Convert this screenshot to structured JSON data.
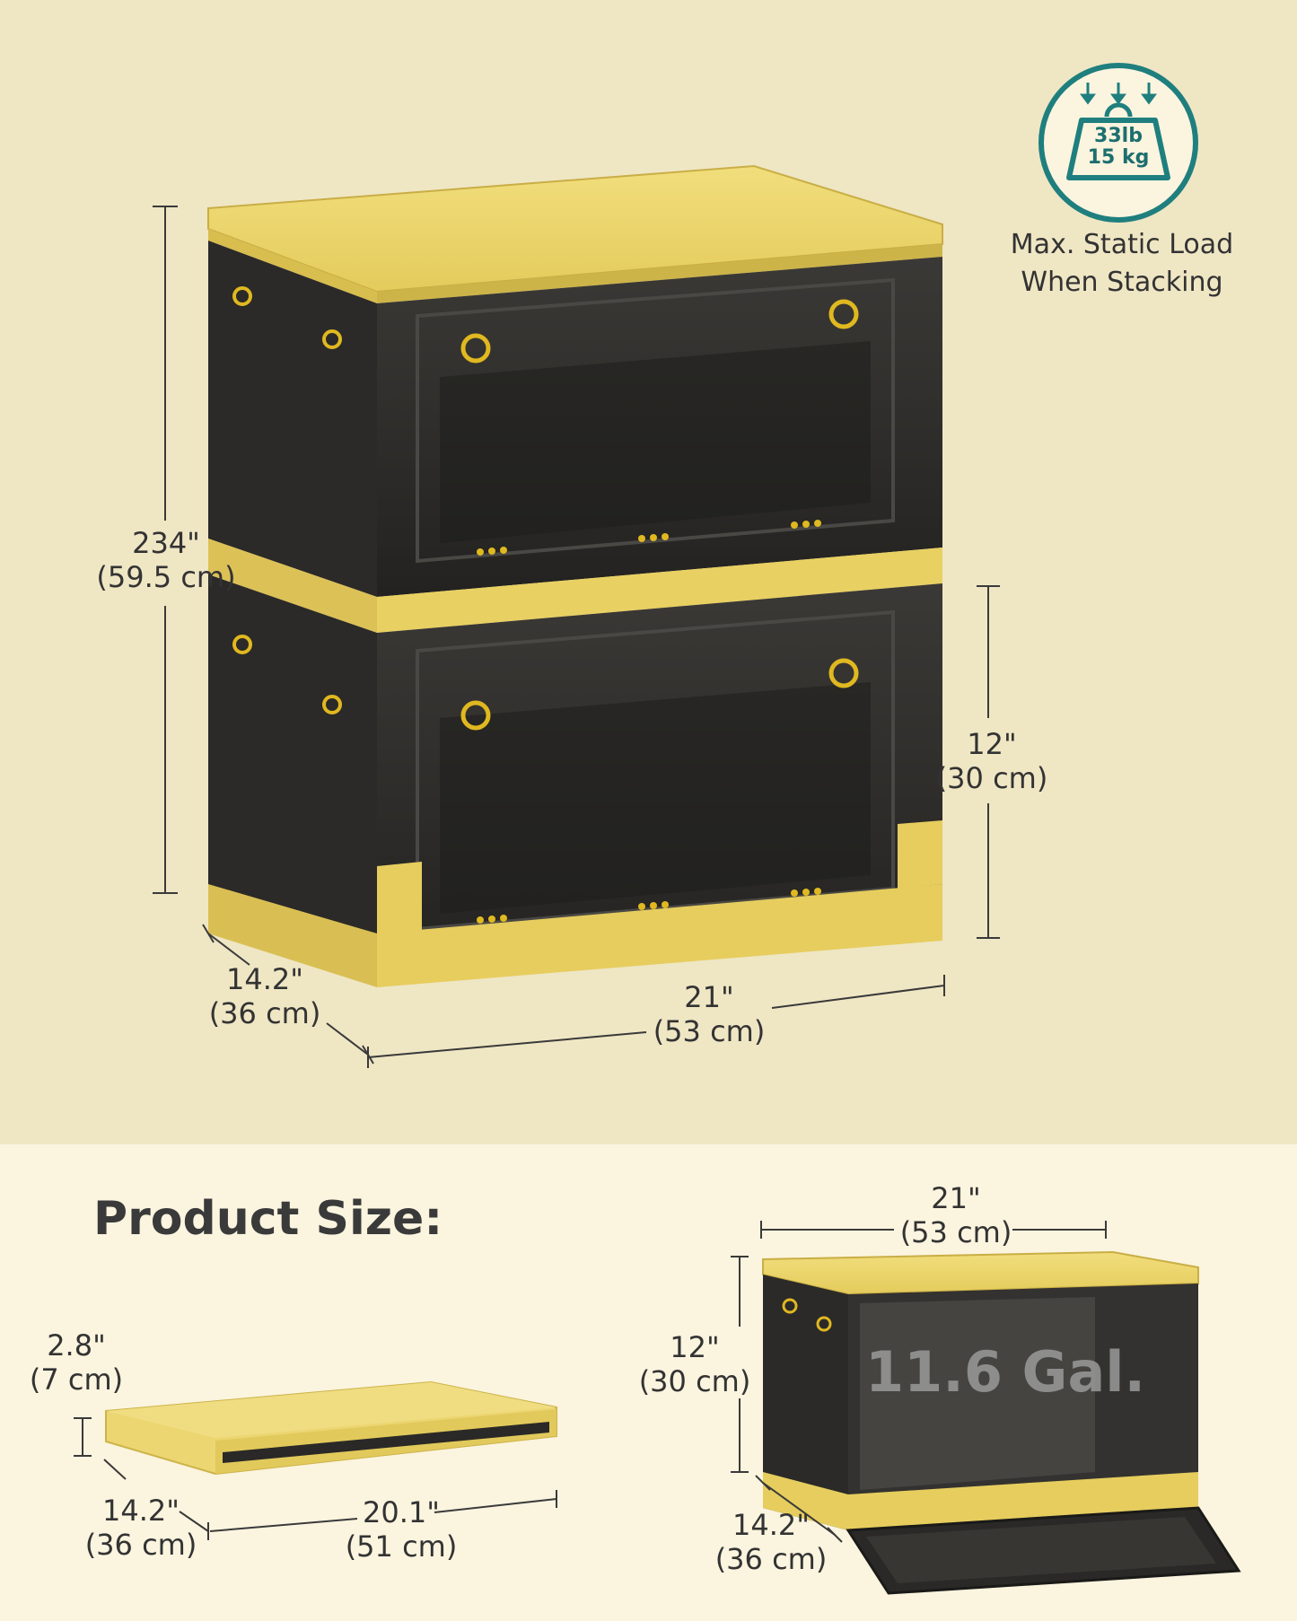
{
  "badge": {
    "weight_lb": "33lb",
    "weight_kg": "15 kg",
    "caption_line1": "Max. Static Load",
    "caption_line2": "When Stacking"
  },
  "top_dims": {
    "height_in": "234\"",
    "height_cm": "(59.5 cm)",
    "box_height_in": "12\"",
    "box_height_cm": "(30 cm)",
    "depth_in": "14.2\"",
    "depth_cm": "(36 cm)",
    "width_in": "21\"",
    "width_cm": "(53 cm)"
  },
  "product_size": {
    "title": "Product Size:",
    "folded": {
      "thickness_in": "2.8\"",
      "thickness_cm": "(7 cm)",
      "depth_in": "14.2\"",
      "depth_cm": "(36 cm)",
      "width_in": "20.1\"",
      "width_cm": "(51 cm)"
    },
    "open": {
      "width_in": "21\"",
      "width_cm": "(53 cm)",
      "height_in": "12\"",
      "height_cm": "(30 cm)",
      "depth_in": "14.2\"",
      "depth_cm": "(36 cm)",
      "capacity": "11.6 Gal."
    }
  },
  "colors": {
    "yellow": "#e9d36a",
    "yellow_dark": "#cdb449",
    "smoke": "#2e2d2b",
    "teal": "#1f7f7e",
    "dim_line": "#3a3a3a"
  }
}
